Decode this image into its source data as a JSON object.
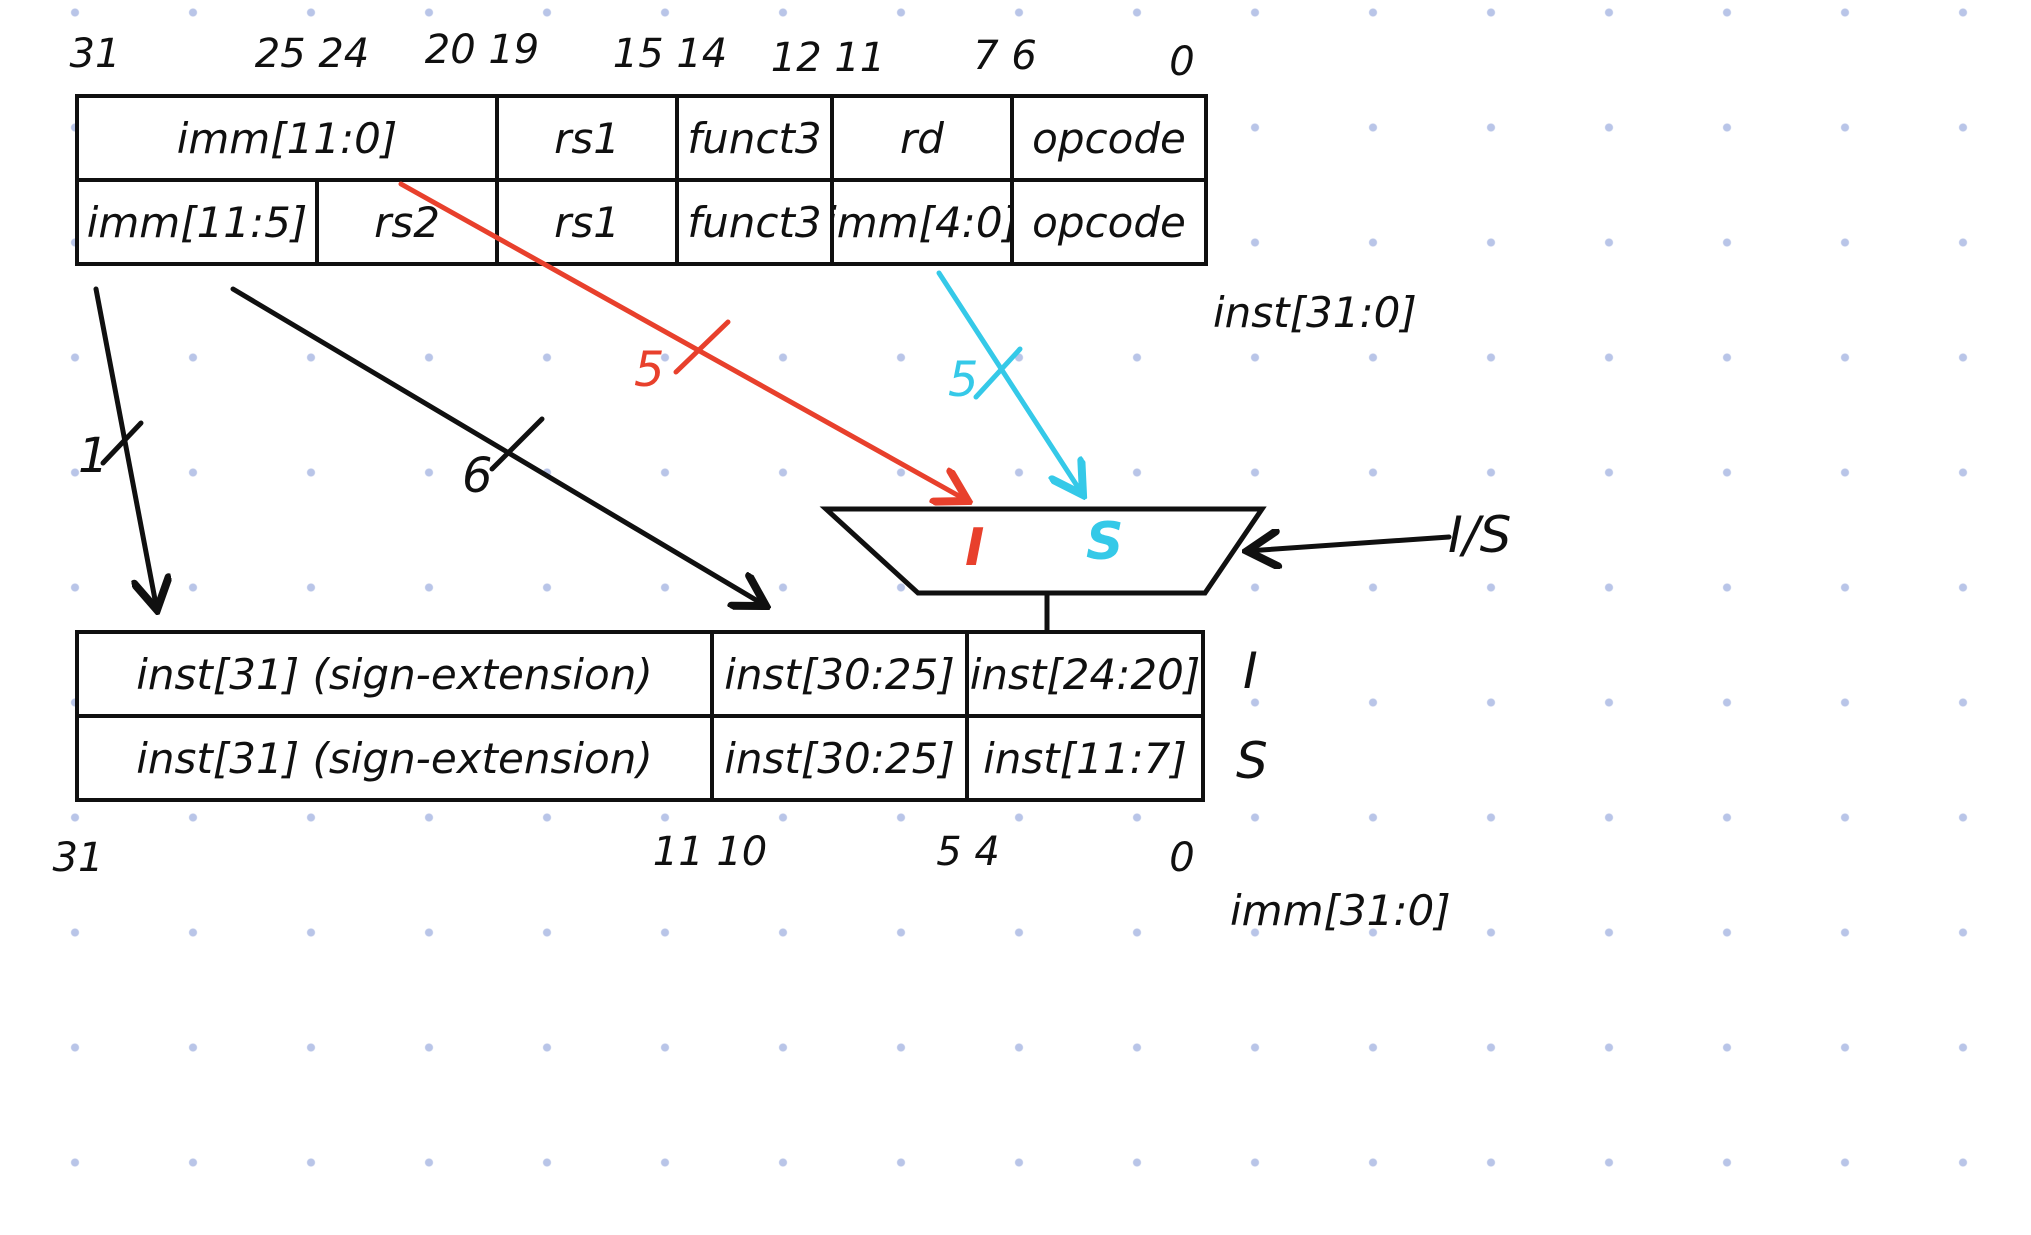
{
  "colors": {
    "ink": "#101010",
    "red": "#e8402c",
    "cyan": "#35c9e8",
    "grid_dot": "#b9c5e8"
  },
  "top": {
    "bit_labels": [
      "31",
      "25 24",
      "20 19",
      "15 14",
      "12 11",
      "7 6",
      "0"
    ],
    "i_row": {
      "cells": [
        "imm[11:0]",
        "rs1",
        "funct3",
        "rd",
        "opcode"
      ]
    },
    "s_row": {
      "cells": [
        "imm[11:5]",
        "rs2",
        "rs1",
        "funct3",
        "imm[4:0]",
        "opcode"
      ]
    },
    "side_label": "inst[31:0]"
  },
  "widths": {
    "w1": "1",
    "w6": "6",
    "w5_i": "5",
    "w5_s": "5"
  },
  "mux": {
    "i": "I",
    "s": "S",
    "select": "I/S"
  },
  "bottom": {
    "i_row": {
      "cells": [
        "inst[31] (sign-extension)",
        "inst[30:25]",
        "inst[24:20]"
      ],
      "label": "I"
    },
    "s_row": {
      "cells": [
        "inst[31] (sign-extension)",
        "inst[30:25]",
        "inst[11:7]"
      ],
      "label": "S"
    },
    "bit_labels": [
      "31",
      "11 10",
      "5 4",
      "0"
    ],
    "side_label": "imm[31:0]"
  }
}
